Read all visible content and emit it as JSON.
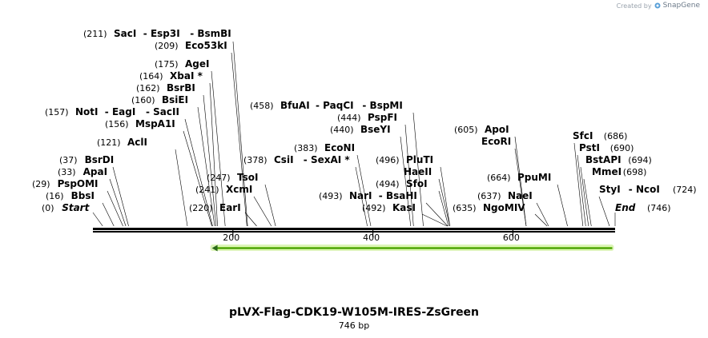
{
  "credit": {
    "created_by": "Created by",
    "brand": "SnapGene"
  },
  "title": "pLVX-Flag-CDK19-W105M-IRES-ZsGreen",
  "subtitle": "746 bp",
  "sequence": {
    "start": 0,
    "end": 746,
    "ticks": [
      "200",
      "400",
      "600"
    ]
  },
  "feature": {
    "name": "",
    "direction": "reverse",
    "start": 170,
    "end": 742,
    "color": "#7ed321"
  },
  "labels": [
    {
      "pos": "(211)",
      "name": "SacI",
      "extra": [
        "- Esp3I",
        "- BsmBI"
      ]
    },
    {
      "pos": "(209)",
      "name": "Eco53kI",
      "extra": []
    },
    {
      "pos": "(175)",
      "name": "AgeI",
      "extra": []
    },
    {
      "pos": "(164)",
      "name": "XbaI *",
      "extra": []
    },
    {
      "pos": "(162)",
      "name": "BsrBI",
      "extra": []
    },
    {
      "pos": "(160)",
      "name": "BsiEI",
      "extra": []
    },
    {
      "pos": "(157)",
      "name": "NotI",
      "extra": [
        "- EagI",
        "- SacII"
      ]
    },
    {
      "pos": "(156)",
      "name": "MspA1I",
      "extra": []
    },
    {
      "pos": "(121)",
      "name": "AclI",
      "extra": []
    },
    {
      "pos": "(37)",
      "name": "BsrDI",
      "extra": []
    },
    {
      "pos": "(33)",
      "name": "ApaI",
      "extra": []
    },
    {
      "pos": "(29)",
      "name": "PspOMI",
      "extra": []
    },
    {
      "pos": "(16)",
      "name": "BbsI",
      "extra": []
    },
    {
      "pos": "(0)",
      "name": "Start",
      "extra": []
    },
    {
      "pos": "(247)",
      "name": "TsoI",
      "extra": []
    },
    {
      "pos": "(241)",
      "name": "XcmI",
      "extra": []
    },
    {
      "pos": "(220)",
      "name": "EarI",
      "extra": []
    },
    {
      "pos": "(458)",
      "name": "BfuAI",
      "extra": [
        "- PaqCI",
        "- BspMI"
      ]
    },
    {
      "pos": "(444)",
      "name": "PspFI",
      "extra": []
    },
    {
      "pos": "(440)",
      "name": "BseYI",
      "extra": []
    },
    {
      "pos": "(383)",
      "name": "EcoNI",
      "extra": []
    },
    {
      "pos": "(378)",
      "name": "CsiI",
      "extra": [
        "- SexAI *"
      ]
    },
    {
      "pos": "(496)",
      "name": "PluTI",
      "extra": []
    },
    {
      "pos": "",
      "name": "HaeII",
      "extra": []
    },
    {
      "pos": "(494)",
      "name": "SfoI",
      "extra": []
    },
    {
      "pos": "(493)",
      "name": "NarI",
      "extra": [
        "- BsaHI"
      ]
    },
    {
      "pos": "(492)",
      "name": "KasI",
      "extra": []
    },
    {
      "pos": "(605)",
      "name": "ApoI",
      "extra": []
    },
    {
      "pos": "",
      "name": "EcoRI",
      "extra": []
    },
    {
      "pos": "(664)",
      "name": "PpuMI",
      "extra": []
    },
    {
      "pos": "(637)",
      "name": "NaeI",
      "extra": []
    },
    {
      "pos": "(635)",
      "name": "NgoMIV",
      "extra": []
    },
    {
      "pos": "(686)",
      "name": "SfcI",
      "extra": []
    },
    {
      "pos": "(690)",
      "name": "PstI",
      "extra": []
    },
    {
      "pos": "(694)",
      "name": "BstAPI",
      "extra": []
    },
    {
      "pos": "(698)",
      "name": "MmeI",
      "extra": []
    },
    {
      "pos": "(724)",
      "name": "StyI",
      "extra": [
        "- NcoI"
      ]
    },
    {
      "pos": "(746)",
      "name": "End",
      "extra": []
    }
  ]
}
